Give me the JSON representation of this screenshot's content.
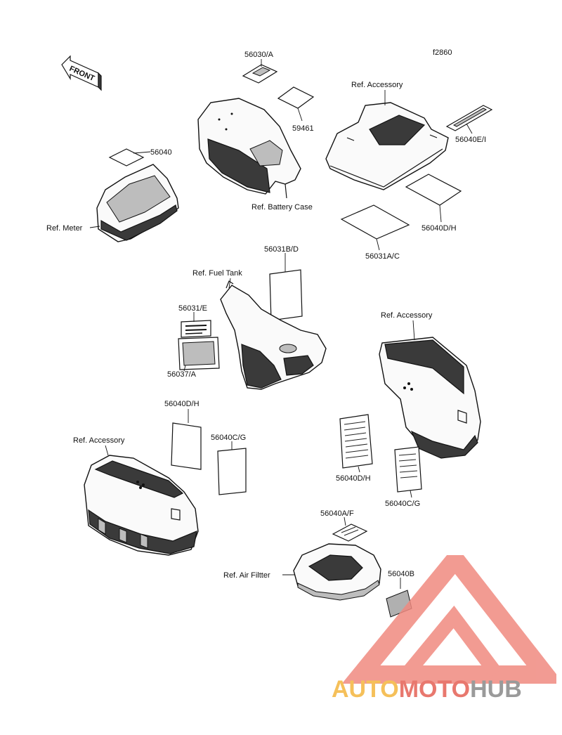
{
  "figure_code": "f2860",
  "front_label": "FRONT",
  "labels": {
    "p56030A": "56030/A",
    "p59461": "59461",
    "refAccessoryTop": "Ref. Accessory",
    "p56040EI": "56040E/I",
    "p56040": "56040",
    "refMeter": "Ref. Meter",
    "refBatteryCase": "Ref. Battery Case",
    "p56040DH_top": "56040D/H",
    "p56031AC": "56031A/C",
    "p56031BD": "56031B/D",
    "refFuelTank": "Ref. Fuel Tank",
    "p56031E": "56031/E",
    "p56037A": "56037/A",
    "refAccessoryRight": "Ref. Accessory",
    "p56040DH_left": "56040D/H",
    "p56040CG_left": "56040C/G",
    "refAccessoryLeft": "Ref. Accessory",
    "p56040DH_right": "56040D/H",
    "p56040CG_right": "56040C/G",
    "p56040AF": "56040A/F",
    "refAirFilter": "Ref. Air Filtter",
    "p56040B": "56040B"
  },
  "watermark": {
    "part1": "AUTO",
    "part2": "MOTO",
    "part3": "HUB",
    "colors": {
      "triangle": "#f08a80",
      "auto": "#f5c05a",
      "moto": "#e8786e",
      "hub": "#9a9a9a"
    }
  }
}
